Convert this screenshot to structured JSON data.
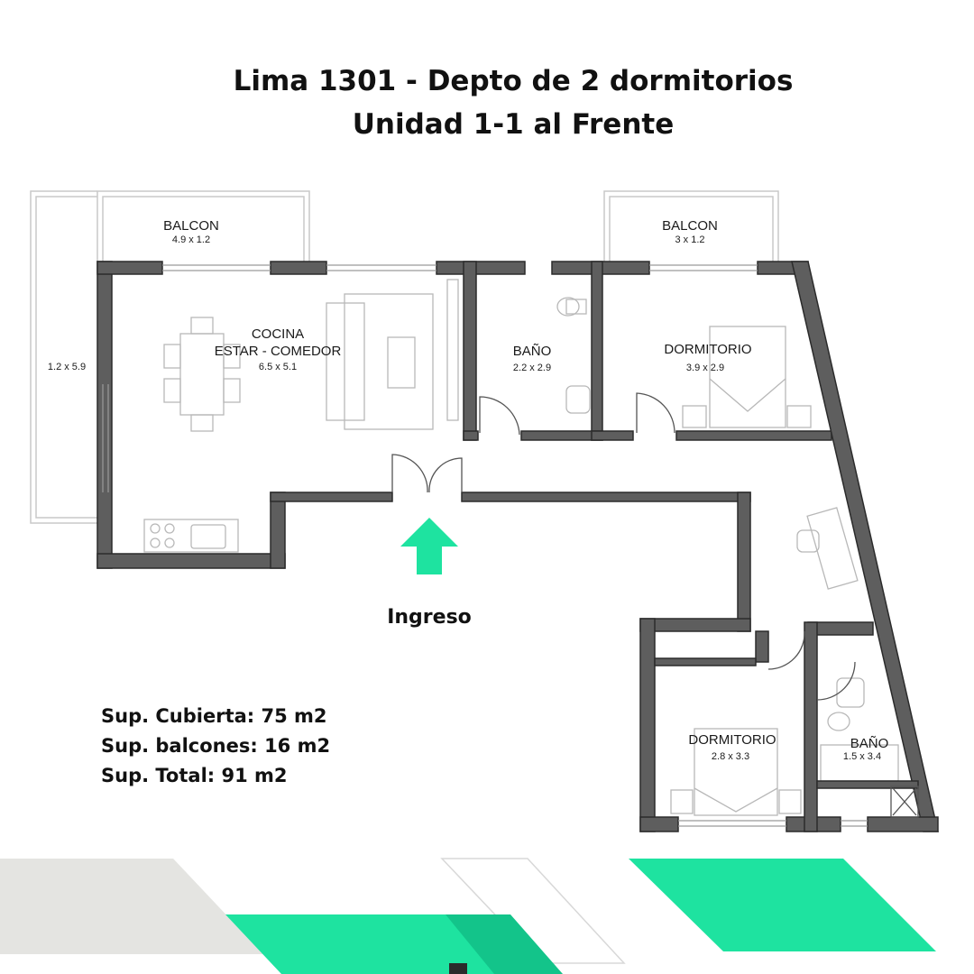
{
  "header": {
    "title_line1": "Lima 1301 - Depto de 2 dormitorios",
    "title_line2": "Unidad 1-1 al Frente"
  },
  "rooms": {
    "balcon_left": {
      "name": "BALCON",
      "dims": "4.9 x 1.2"
    },
    "balcon_side": {
      "dims": "1.2 x 5.9"
    },
    "balcon_right": {
      "name": "BALCON",
      "dims": "3 x 1.2"
    },
    "living": {
      "name_line1": "COCINA",
      "name_line2": "ESTAR - COMEDOR",
      "dims": "6.5 x 5.1"
    },
    "bano_1": {
      "name": "BAÑO",
      "dims": "2.2 x 2.9"
    },
    "dormitorio_1": {
      "name": "DORMITORIO",
      "dims": "3.9 x 2.9"
    },
    "dormitorio_2": {
      "name": "DORMITORIO",
      "dims": "2.8 x 3.3"
    },
    "bano_2": {
      "name": "BAÑO",
      "dims": "1.5 x 3.4"
    }
  },
  "entrance": {
    "label": "Ingreso",
    "arrow_color": "#1ee3a0"
  },
  "areas": {
    "cubierta": "Sup. Cubierta: 75 m2",
    "balcones": "Sup. balcones: 16 m2",
    "total": "Sup. Total: 91 m2"
  },
  "colors": {
    "wall_fill": "#5e5e5e",
    "wall_stroke": "#2b2b2b",
    "furniture": "#b8b8b8",
    "accent": "#1ee3a0",
    "band_gray": "#e4e4e1"
  }
}
